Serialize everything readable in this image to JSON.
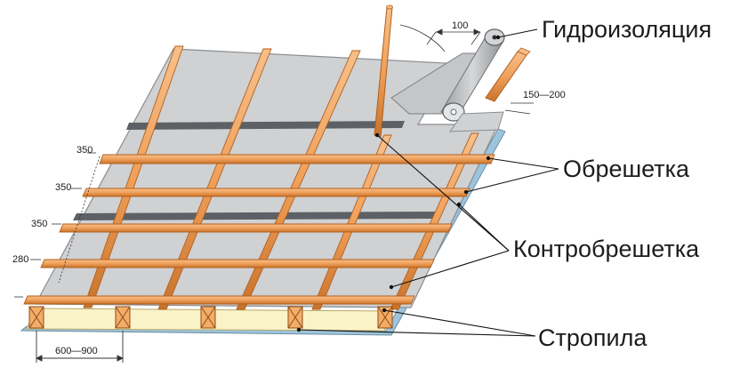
{
  "labels": {
    "waterproofing": "Гидроизоляция",
    "battens": "Обрешетка",
    "counter_battens": "Контробрешетка",
    "rafters": "Стропила"
  },
  "dimensions": {
    "overlap": "100",
    "gap": "150—200",
    "batten_spacing_1": "350",
    "batten_spacing_2": "350",
    "batten_spacing_3": "350",
    "eave_spacing": "280",
    "rafter_spacing": "600—900"
  },
  "colors": {
    "membrane": "#cfd1d3",
    "membrane_edge": "#8a8d90",
    "timber": "#f0a05a",
    "timber_dark": "#c8732c",
    "insulation": "#fbf3c8",
    "stripe": "#5d6064",
    "text": "#1c1c1c"
  }
}
